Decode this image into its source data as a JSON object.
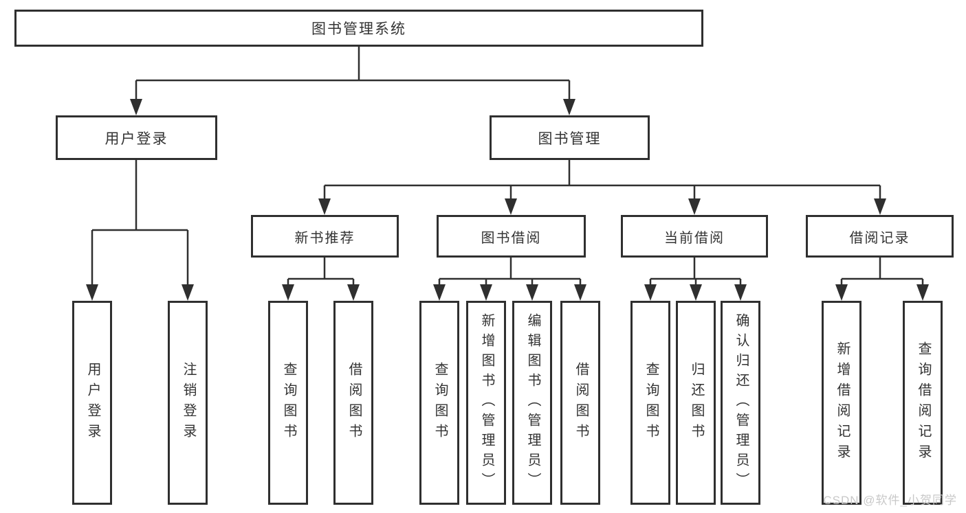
{
  "diagram": {
    "root": {
      "label": "图书管理系统"
    },
    "branches": {
      "user_login": {
        "label": "用户登录",
        "children": [
          "用户登录",
          "注销登录"
        ]
      },
      "book_management": {
        "label": "图书管理",
        "sections": {
          "new_book_recommend": {
            "label": "新书推荐",
            "children": [
              "查询图书",
              "借阅图书"
            ]
          },
          "book_borrow": {
            "label": "图书借阅",
            "children": [
              "查询图书",
              "新增图书（管理员）",
              "编辑图书（管理员）",
              "借阅图书"
            ]
          },
          "current_borrow": {
            "label": "当前借阅",
            "children": [
              "查询图书",
              "归还图书",
              "确认归还（管理员）"
            ]
          },
          "borrow_records": {
            "label": "借阅记录",
            "children": [
              "新增借阅记录",
              "查询借阅记录"
            ]
          }
        }
      }
    }
  },
  "watermark": {
    "text": "CSDN @软件_小贺同学"
  },
  "colors": {
    "line": "#2f2f2f",
    "text": "#333333",
    "watermark": "#c8c8c8",
    "background": "#ffffff"
  }
}
